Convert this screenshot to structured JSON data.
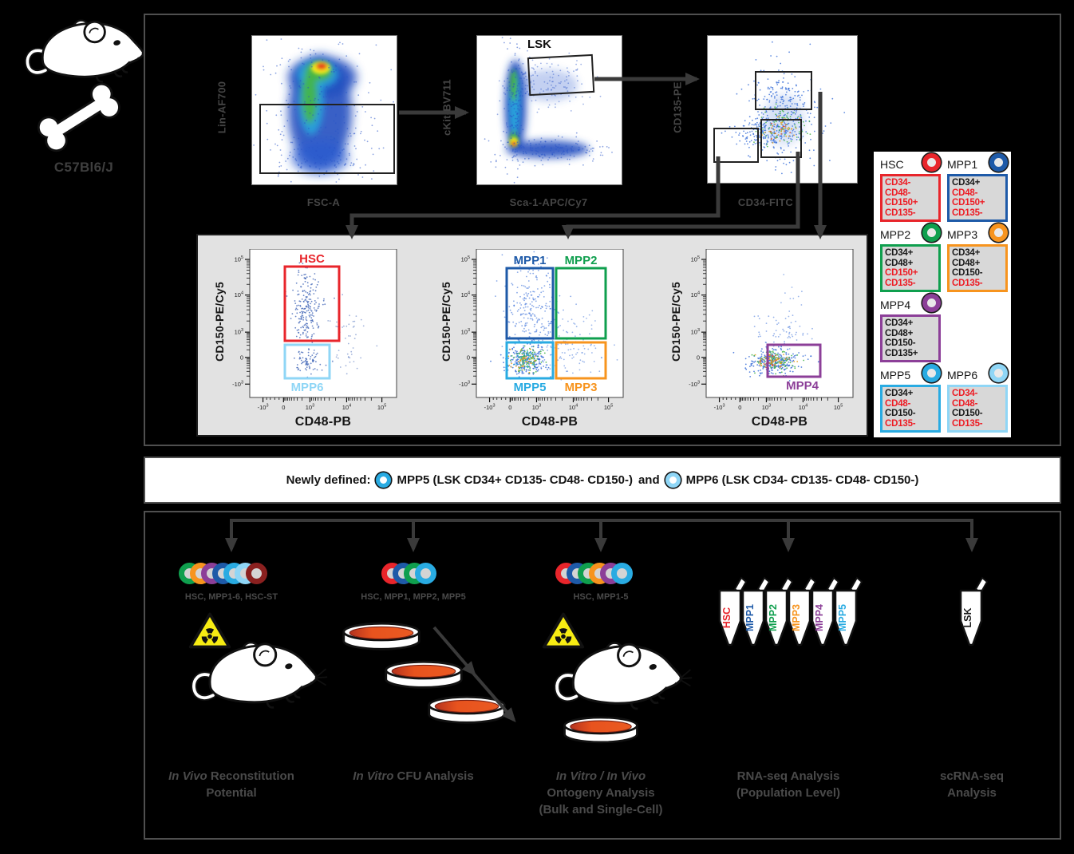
{
  "strain": "C57Bl6/J",
  "colors": {
    "hsc": "#e8252b",
    "mpp1": "#1e5aa8",
    "mpp2": "#0f9f4e",
    "mpp3": "#f7941e",
    "mpp4": "#8c3f98",
    "mpp5": "#29abe2",
    "mpp6": "#8fd6f6",
    "hsc_st": "#8a201f",
    "ink": "#1a1a1a",
    "red_text": "#ed1c24",
    "dim_text": "#4a4a4a"
  },
  "top_plots": [
    {
      "ylabel": "Lin-AF700",
      "xlabel": "FSC-A"
    },
    {
      "ylabel": "cKit-BV711",
      "xlabel": "Sca-1-APC/Cy7",
      "gate_label": "LSK"
    },
    {
      "ylabel": "CD135-PE",
      "xlabel": "CD34-FITC"
    }
  ],
  "scatter": {
    "ylabel": "CD150-PE/Cy5",
    "xlabel": "CD48-PB",
    "yticks": [
      {
        "b": "10",
        "e": "5",
        "f": 0.07
      },
      {
        "b": "10",
        "e": "4",
        "f": 0.31
      },
      {
        "b": "10",
        "e": "3",
        "f": 0.56
      },
      {
        "b": "0",
        "f": 0.73
      },
      {
        "b": "-10",
        "e": "3",
        "f": 0.91
      }
    ],
    "xticks": [
      {
        "b": "-10",
        "e": "3",
        "f": 0.09
      },
      {
        "b": "0",
        "f": 0.23
      },
      {
        "b": "10",
        "e": "3",
        "f": 0.41
      },
      {
        "b": "10",
        "e": "4",
        "f": 0.66
      },
      {
        "b": "10",
        "e": "5",
        "f": 0.9
      }
    ],
    "plots": [
      {
        "gates": [
          {
            "label": "HSC",
            "color": "hsc",
            "x1": 44,
            "y1": 22,
            "x2": 112,
            "y2": 115,
            "lpos": "above"
          },
          {
            "label": "MPP6",
            "color": "mpp6",
            "x1": 44,
            "y1": 120,
            "x2": 100,
            "y2": 162,
            "lpos": "below"
          }
        ]
      },
      {
        "gates": [
          {
            "label": "MPP1",
            "color": "mpp1",
            "x1": 38,
            "y1": 24,
            "x2": 96,
            "y2": 112,
            "lpos": "above"
          },
          {
            "label": "MPP2",
            "color": "mpp2",
            "x1": 100,
            "y1": 24,
            "x2": 162,
            "y2": 112,
            "lpos": "above"
          },
          {
            "label": "MPP5",
            "color": "mpp5",
            "x1": 38,
            "y1": 117,
            "x2": 96,
            "y2": 162,
            "lpos": "below"
          },
          {
            "label": "MPP3",
            "color": "mpp3",
            "x1": 100,
            "y1": 117,
            "x2": 162,
            "y2": 162,
            "lpos": "below"
          }
        ]
      },
      {
        "gates": [
          {
            "label": "MPP4",
            "color": "mpp4",
            "x1": 77,
            "y1": 120,
            "x2": 143,
            "y2": 160,
            "lpos": "below-right"
          }
        ]
      }
    ]
  },
  "legend": {
    "items": [
      {
        "name": "HSC",
        "color": "hsc",
        "markers": [
          [
            "CD34-",
            1
          ],
          [
            "CD48-",
            1
          ],
          [
            "CD150+",
            1
          ],
          [
            "CD135-",
            1
          ]
        ]
      },
      {
        "name": "MPP1",
        "color": "mpp1",
        "markers": [
          [
            "CD34+",
            0
          ],
          [
            "CD48-",
            1
          ],
          [
            "CD150+",
            1
          ],
          [
            "CD135-",
            1
          ]
        ]
      },
      {
        "name": "MPP2",
        "color": "mpp2",
        "markers": [
          [
            "CD34+",
            0
          ],
          [
            "CD48+",
            0
          ],
          [
            "CD150+",
            1
          ],
          [
            "CD135-",
            1
          ]
        ]
      },
      {
        "name": "MPP3",
        "color": "mpp3",
        "markers": [
          [
            "CD34+",
            0
          ],
          [
            "CD48+",
            0
          ],
          [
            "CD150-",
            0
          ],
          [
            "CD135-",
            1
          ]
        ]
      },
      {
        "name": "MPP4",
        "color": "mpp4",
        "markers": [
          [
            "CD34+",
            0
          ],
          [
            "CD48+",
            0
          ],
          [
            "CD150-",
            0
          ],
          [
            "CD135+",
            0
          ]
        ]
      },
      {
        "name": "MPP5",
        "color": "mpp5",
        "markers": [
          [
            "CD34+",
            0
          ],
          [
            "CD48-",
            1
          ],
          [
            "CD150-",
            0
          ],
          [
            "CD135-",
            1
          ]
        ]
      },
      {
        "name": "MPP6",
        "color": "mpp6",
        "markers": [
          [
            "CD34-",
            1
          ],
          [
            "CD48-",
            1
          ],
          [
            "CD150-",
            0
          ],
          [
            "CD135-",
            1
          ]
        ]
      }
    ]
  },
  "banner": {
    "prefix": "Newly defined:",
    "mpp5": "MPP5 (LSK CD34+ CD135- CD48- CD150-)",
    "and": "and",
    "mpp6": "MPP6 (LSK CD34- CD135- CD48- CD150-)"
  },
  "workflow": {
    "branches": [
      {
        "rings": [
          "mpp2",
          "mpp3",
          "mpp4",
          "mpp1",
          "mpp5",
          "mpp6",
          "hsc_st"
        ],
        "cells": "HSC, MPP1-6, HSC-ST",
        "title_lines": [
          [
            [
              "In Vivo",
              1
            ],
            [
              " Reconstitution",
              0
            ]
          ],
          [
            [
              "Potential",
              0
            ]
          ]
        ]
      },
      {
        "rings": [
          "hsc",
          "mpp1",
          "mpp2",
          "mpp5"
        ],
        "cells": "HSC, MPP1, MPP2, MPP5",
        "title_lines": [
          [
            [
              "In Vitro",
              1
            ],
            [
              " CFU Analysis",
              0
            ]
          ]
        ]
      },
      {
        "rings": [
          "hsc",
          "mpp1",
          "mpp2",
          "mpp3",
          "mpp4",
          "mpp5"
        ],
        "cells": "HSC, MPP1-5",
        "title_lines": [
          [
            [
              "In Vitro / In Vivo",
              1
            ]
          ],
          [
            [
              "Ontogeny Analysis",
              0
            ]
          ],
          [
            [
              "(Bulk and Single-Cell)",
              0
            ]
          ]
        ]
      },
      {
        "tubes": [
          {
            "label": "HSC",
            "color": "hsc"
          },
          {
            "label": "MPP1",
            "color": "mpp1"
          },
          {
            "label": "MPP2",
            "color": "mpp2"
          },
          {
            "label": "MPP3",
            "color": "mpp3"
          },
          {
            "label": "MPP4",
            "color": "mpp4"
          },
          {
            "label": "MPP5",
            "color": "mpp5"
          }
        ],
        "title_lines": [
          [
            [
              "RNA-seq Analysis",
              0
            ]
          ],
          [
            [
              "(Population Level)",
              0
            ]
          ]
        ]
      },
      {
        "tubes": [
          {
            "label": "LSK",
            "color": "ink"
          }
        ],
        "title_lines": [
          [
            [
              "scRNA-seq",
              0
            ]
          ],
          [
            [
              "Analysis",
              0
            ]
          ]
        ]
      }
    ]
  }
}
